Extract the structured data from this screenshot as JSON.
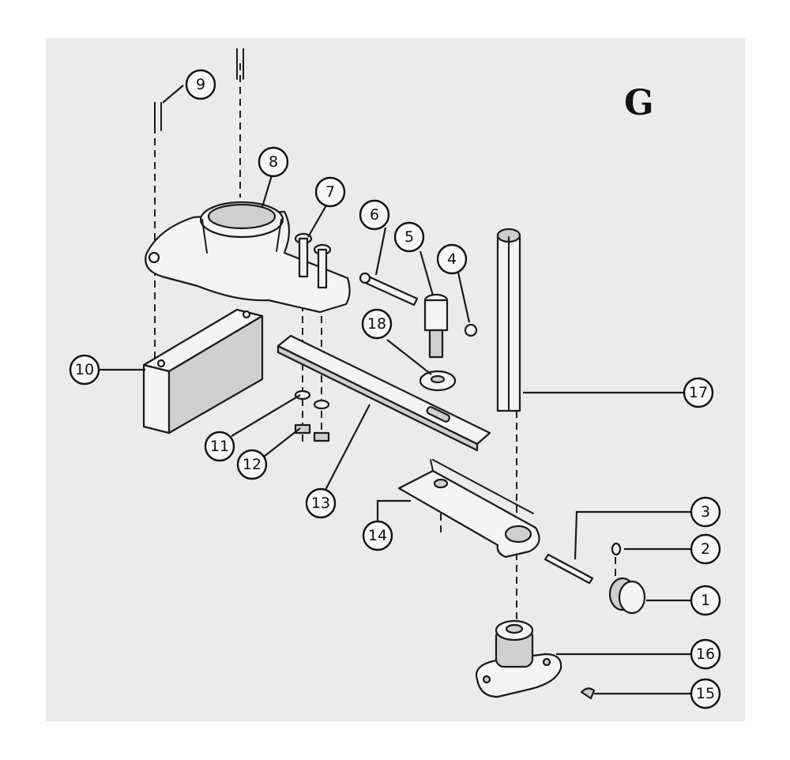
{
  "figure": {
    "letter": "G"
  },
  "callouts": [
    {
      "id": "c1",
      "label": "1"
    },
    {
      "id": "c2",
      "label": "2"
    },
    {
      "id": "c3",
      "label": "3"
    },
    {
      "id": "c4",
      "label": "4"
    },
    {
      "id": "c5",
      "label": "5"
    },
    {
      "id": "c6",
      "label": "6"
    },
    {
      "id": "c7",
      "label": "7"
    },
    {
      "id": "c8",
      "label": "8"
    },
    {
      "id": "c9",
      "label": "9"
    },
    {
      "id": "c10",
      "label": "10"
    },
    {
      "id": "c11",
      "label": "11"
    },
    {
      "id": "c12",
      "label": "12"
    },
    {
      "id": "c13",
      "label": "13"
    },
    {
      "id": "c14",
      "label": "14"
    },
    {
      "id": "c15",
      "label": "15"
    },
    {
      "id": "c16",
      "label": "16"
    },
    {
      "id": "c17",
      "label": "17"
    },
    {
      "id": "c18",
      "label": "18"
    }
  ]
}
